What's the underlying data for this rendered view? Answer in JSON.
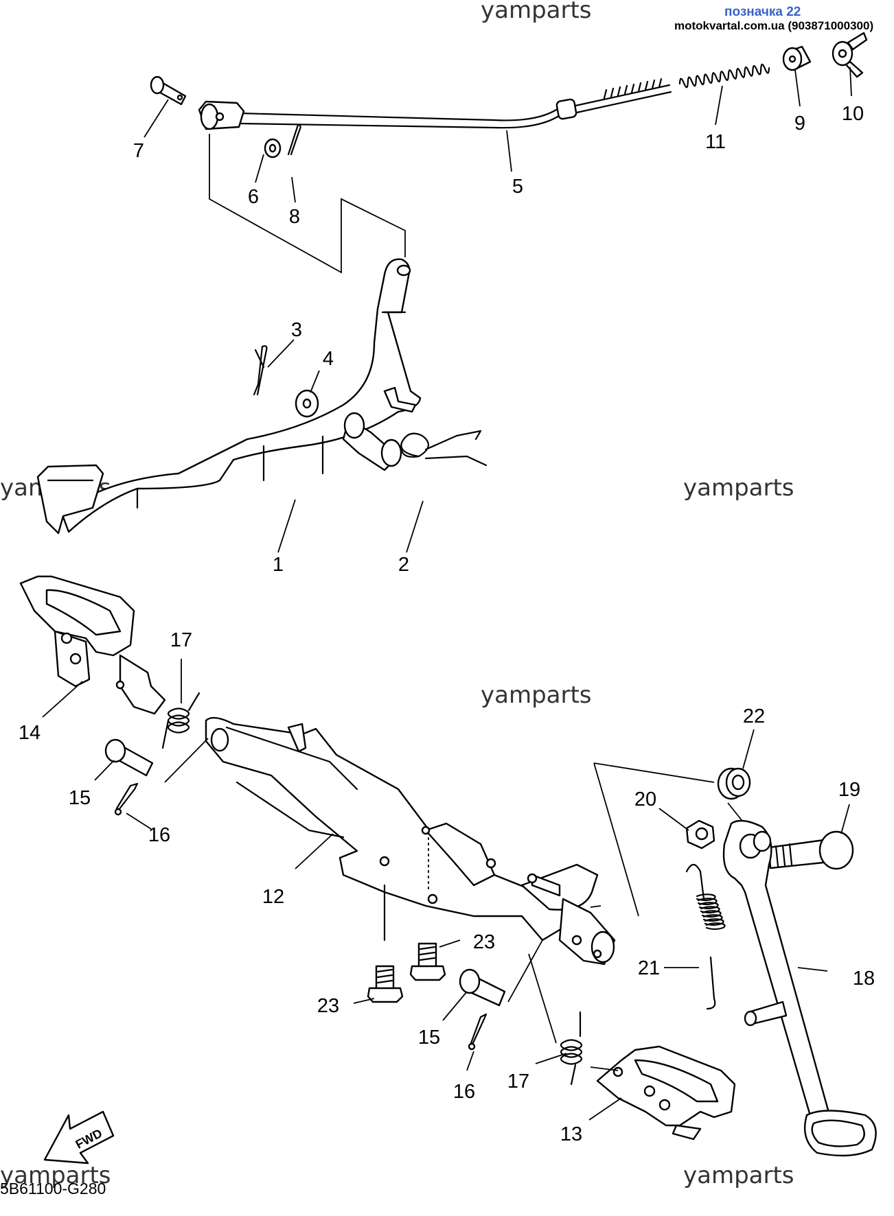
{
  "header": {
    "title": "позначка 22",
    "source": "motokvartal.com.ua (903871000300)"
  },
  "watermarks": [
    "yamparts",
    "yamparts",
    "yamparts",
    "yamparts",
    "yamparts",
    "yamparts"
  ],
  "diagram_code": "5B61100-G280",
  "fwd_label": "FWD",
  "callouts": [
    "1",
    "2",
    "3",
    "4",
    "5",
    "6",
    "7",
    "8",
    "9",
    "10",
    "11",
    "12",
    "13",
    "14",
    "15",
    "15",
    "16",
    "16",
    "17",
    "17",
    "18",
    "19",
    "20",
    "21",
    "22",
    "23",
    "23"
  ]
}
